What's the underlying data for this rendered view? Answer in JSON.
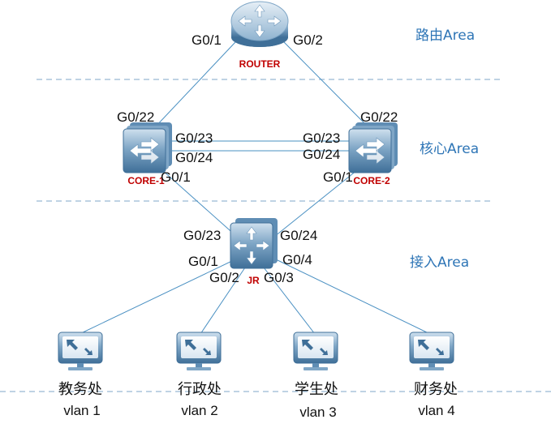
{
  "areas": {
    "routing": "路由Area",
    "core": "核心Area",
    "access": "接入Area"
  },
  "devices": {
    "router": {
      "label": "ROUTER",
      "icon": "router-icon"
    },
    "core1": {
      "label": "CORE-1",
      "icon": "switch-icon"
    },
    "core2": {
      "label": "CORE-2",
      "icon": "switch-icon"
    },
    "access": {
      "label": "JR",
      "icon": "switch-icon"
    }
  },
  "ports": {
    "router_g01": "G0/1",
    "router_g02": "G0/2",
    "core1_g022": "G0/22",
    "core1_g023": "G0/23",
    "core1_g024": "G0/24",
    "core1_g01": "G0/1",
    "core2_g022": "G0/22",
    "core2_g023": "G0/23",
    "core2_g024": "G0/24",
    "core2_g01": "G0/1",
    "jr_g023": "G0/23",
    "jr_g024": "G0/24",
    "jr_g01": "G0/1",
    "jr_g02": "G0/2",
    "jr_g03": "G0/3",
    "jr_g04": "G0/4"
  },
  "pcs": [
    {
      "name": "教务处",
      "vlan": "vlan 1"
    },
    {
      "name": "行政处",
      "vlan": "vlan 2"
    },
    {
      "name": "学生处",
      "vlan": "vlan 3"
    },
    {
      "name": "财务处",
      "vlan": "vlan 4"
    }
  ],
  "colors": {
    "link": "#4a90c2",
    "device_label": "#c00000",
    "area_label": "#2e75b6"
  }
}
